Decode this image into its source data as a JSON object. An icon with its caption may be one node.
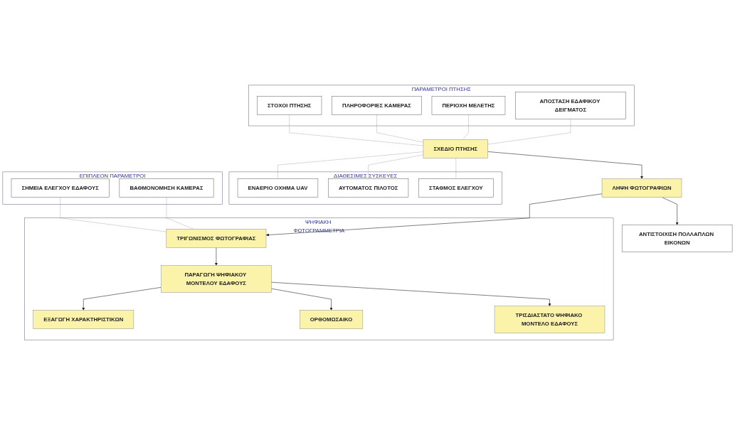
{
  "diagram": {
    "nodes": [
      {
        "text": [
          "ΠΑΡΑΜΕΤΡΟΙ ΠΤΗΣΗΣ"
        ]
      },
      {
        "text": [
          "ΑΠΟΣΤΑΣΗ ΕΔΑΦΙΚΟΥ ΔΕΙΓΜΑΤΟΣ"
        ],
        "in": 0
      },
      {
        "text": [
          "ΠΕΡΙΟΧΗ ΜΕΛΕΤΗΣ"
        ],
        "in": 0
      },
      {
        "text": [
          "ΠΛΗΡΟΦΟΡΙΕΣ ΚΑΜΕΡΑΣ"
        ],
        "in": 0
      },
      {
        "text": [
          "ΣΤΟΧΟΙ ΠΤΗΣΗΣ"
        ],
        "in": 0
      },
      {
        "text": [
          "ΣΧΕΔΙΟ ΠΤΗΣΗΣ"
        ]
      },
      {
        "text": [
          "ΔΙΑΘΕΣΙΜΕΣ ΣΥΣΚΕΥΕΣ"
        ]
      },
      {
        "text": [
          "ΕΝΑΕΡΙΟ ΟΧΗΜΑ UAV"
        ],
        "in": 6
      },
      {
        "text": [
          "ΑΥΤΟΜΑΤΟΣ ΠΙΛΟΤΟΣ"
        ],
        "in": 6
      },
      {
        "text": [
          "ΣΤΑΘΜΟΣ ΕΛΕΓΧΟΥ"
        ],
        "in": 6
      },
      {
        "text": [
          "ΛΗΨΗ ΦΩΤΟΓΡΑΦΙΩΝ"
        ]
      },
      {
        "text": [
          "ΑΝΤΙΣΤΟΙΧΙΣΗ ΠΟΛΛΑΠΛΩΝ ΕΙΚΟΝΩΝ"
        ]
      },
      {
        "text": [
          "ΕΠΙΠΛΕΟΝ ΠΑΡΑΜΕΤΡΟΙ"
        ]
      },
      {
        "text": [
          "ΒΑΘΜΟΝΟΜΗΣΗ ΚΑΜΕΡΑΣ"
        ],
        "in": 12
      },
      {
        "text": [
          "ΣΗΜΕΙΑ ΕΛΕΓΧΟΥ ΕΔΑΦΟΥΣ"
        ],
        "in": 12
      },
      {
        "text": [
          "ΨΗΦΙΑΚΗ ΦΩΤΟΓΡΑΜΜΕΤΡΙΑ"
        ]
      },
      {
        "text": [
          "ΤΡΙΓΩΝΙΣΜΟΣ ΦΩΤΟΓΡΑΦΙΑΣ"
        ],
        "in": 15
      },
      {
        "text": [
          "ΠΑΡΑΓΩΓΗ ΨΗΦΙΑΚΟΥ ΜΟΝΤΕΛΟΥ ΕΔΑΦΟΥΣ"
        ],
        "in": 15
      },
      {
        "text": [
          "ΕΞΑΓΩΓΗ ΧΑΡΑΚΤΗΡΙΣΤΙΚΩΝ"
        ],
        "in": 15
      },
      {
        "text": [
          "ΟΡΘΟΜΩΣΑΙΚΟ"
        ],
        "in": 15
      },
      {
        "text": [
          "ΤΡΙΣΔΙΑΣΤΑΤΟ ΨΗΦΙΑΚΟ ΜΟΝΤΕΛΟ ΕΔΑΦΟΥΣ"
        ],
        "in": 15
      }
    ],
    "edges": [
      {
        "from": 1,
        "to": 5,
        "arrow": "none",
        "style": "dashed"
      },
      {
        "from": 2,
        "to": 5,
        "arrow": "none",
        "style": "dashed"
      },
      {
        "from": 3,
        "to": 5,
        "arrow": "none",
        "style": "dashed"
      },
      {
        "from": 4,
        "to": 5,
        "arrow": "none",
        "style": "dashed"
      },
      {
        "from": 5,
        "to": 7,
        "arrow": "none",
        "style": "dashed"
      },
      {
        "from": 5,
        "to": 8,
        "arrow": "none",
        "style": "dashed"
      },
      {
        "from": 5,
        "to": 9,
        "arrow": "none",
        "style": "dashed"
      },
      {
        "from": 5,
        "to": 10,
        "arrow": "to"
      },
      {
        "from": 10,
        "to": 11,
        "arrow": "to"
      },
      {
        "from": 10,
        "to": 16,
        "arrow": "to"
      },
      {
        "from": 13,
        "to": 16,
        "arrow": "none",
        "style": "dashed"
      },
      {
        "from": 14,
        "to": 16,
        "arrow": "none",
        "style": "dashed"
      },
      {
        "from": 16,
        "to": 17,
        "arrow": "to"
      },
      {
        "from": 17,
        "to": 18,
        "arrow": "to"
      },
      {
        "from": 17,
        "to": 19,
        "arrow": "to"
      },
      {
        "from": 17,
        "to": 20,
        "arrow": "to"
      }
    ]
  }
}
